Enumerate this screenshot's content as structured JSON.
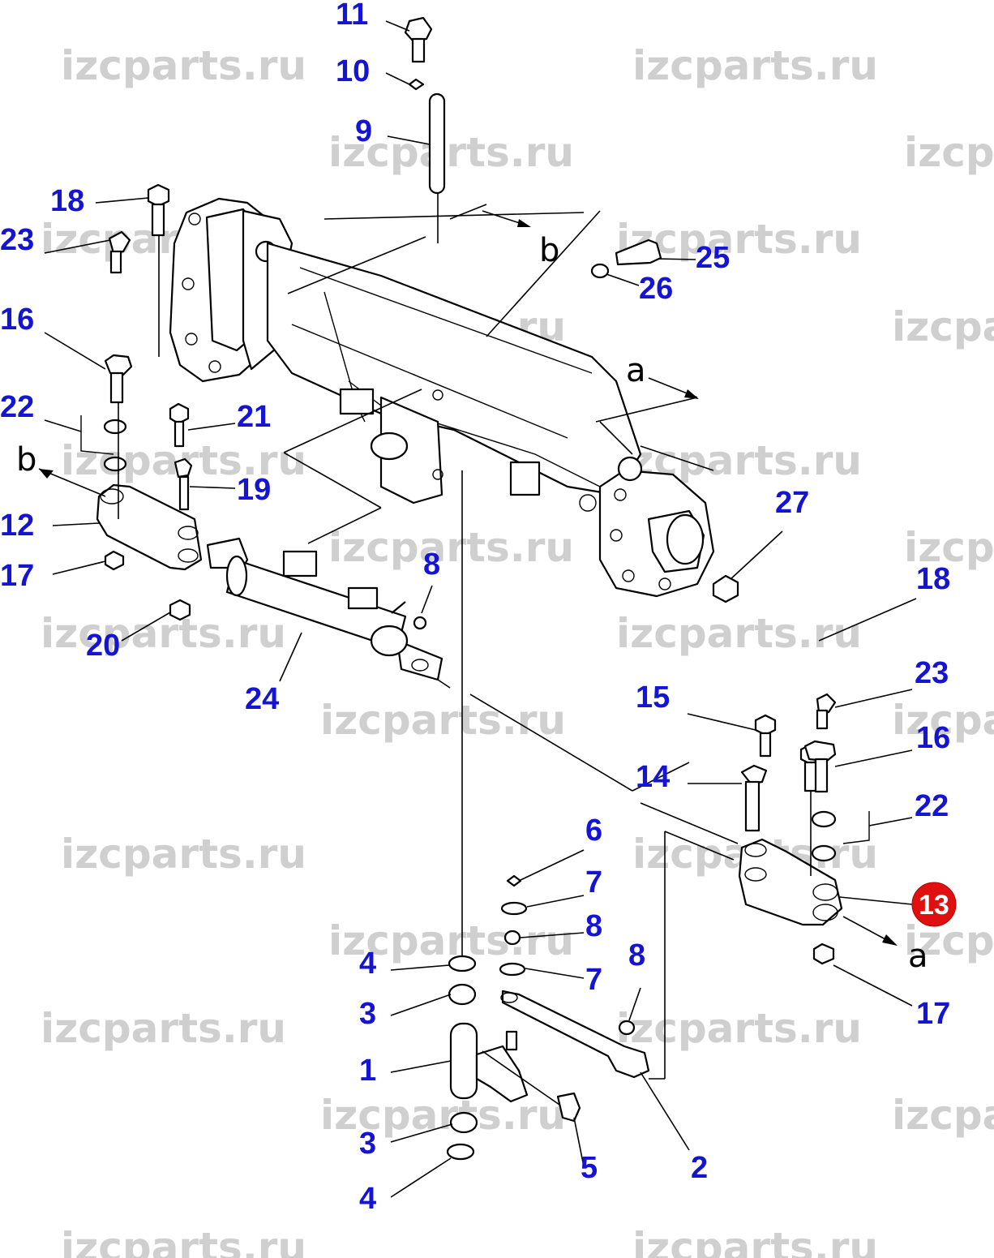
{
  "watermark": "izcparts.ru",
  "highlight_color": "#e01010",
  "label_color": "#1414d2",
  "callouts": {
    "c11": "11",
    "c10": "10",
    "c9": "9",
    "c18a": "18",
    "c23a": "23",
    "c16a": "16",
    "c22a": "22",
    "c21": "21",
    "c19": "19",
    "c12": "12",
    "c17a": "17",
    "c20": "20",
    "c24": "24",
    "c8a": "8",
    "c25": "25",
    "c26": "26",
    "c27": "27",
    "c18b": "18",
    "c23b": "23",
    "c16b": "16",
    "c22b": "22",
    "c15": "15",
    "c14": "14",
    "c13": "13",
    "c17b": "17",
    "c6": "6",
    "c7a": "7",
    "c8b": "8",
    "c7b": "7",
    "c8c": "8",
    "c4a": "4",
    "c3a": "3",
    "c1": "1",
    "c3b": "3",
    "c4b": "4",
    "c5": "5",
    "c2": "2"
  },
  "view_markers": {
    "b_top": "b",
    "a_mid": "a",
    "b_left": "b",
    "a_right": "a"
  }
}
